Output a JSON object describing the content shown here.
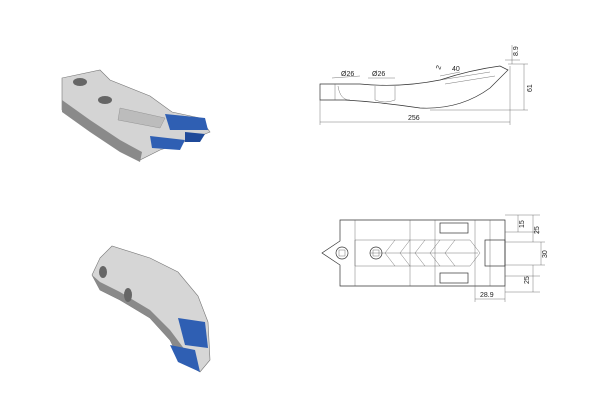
{
  "side_view": {
    "labels": {
      "dia1": "Ø26",
      "dia2": "Ø26",
      "angle": "2",
      "len40": "40",
      "tip": "8.9",
      "height": "61",
      "length": "256"
    }
  },
  "plan_view": {
    "labels": {
      "d15": "15",
      "d25a": "25",
      "d30": "30",
      "d25b": "25",
      "d289": "28.9"
    }
  },
  "colors": {
    "accent_blue": "#2f5fb3",
    "part_grey": "#c8c8c8"
  }
}
